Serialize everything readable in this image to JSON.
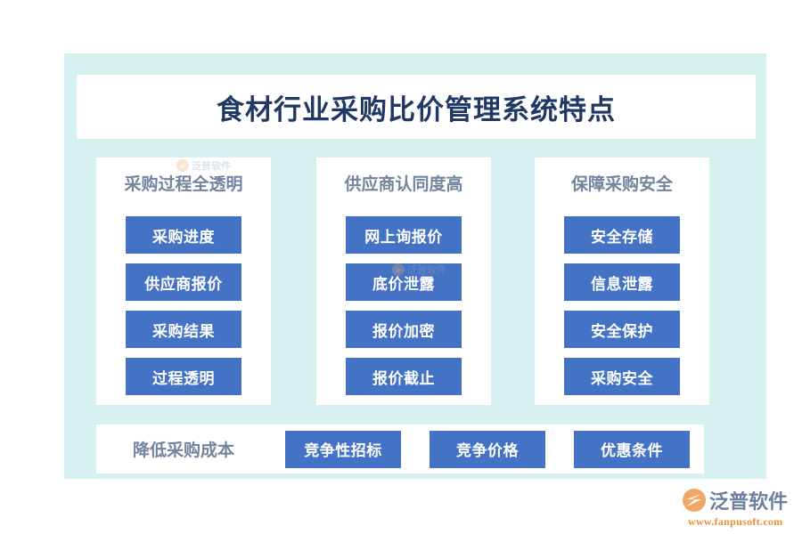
{
  "title": "食材行业采购比价管理系统特点",
  "colors": {
    "panel_background": "#d6f1ef",
    "card_background": "#ffffff",
    "pill_blue": "#4472c4",
    "title_navy": "#1f3864",
    "header_slate": "#7285a0",
    "logo_orange": "#e8913c"
  },
  "columns": [
    {
      "header": "采购过程全透明",
      "items": [
        "采购进度",
        "供应商报价",
        "采购结果",
        "过程透明"
      ]
    },
    {
      "header": "供应商认同度高",
      "items": [
        "网上询报价",
        "底价泄露",
        "报价加密",
        "报价截止"
      ]
    },
    {
      "header": "保障采购安全",
      "items": [
        "安全存储",
        "信息泄露",
        "安全保护",
        "采购安全"
      ]
    }
  ],
  "bottom": {
    "label": "降低采购成本",
    "items": [
      "竞争性招标",
      "竞争价格",
      "优惠条件"
    ]
  },
  "watermark": {
    "text": "泛普软件"
  },
  "logo": {
    "name": "泛普软件",
    "url": "www.fanpusoft.com"
  }
}
